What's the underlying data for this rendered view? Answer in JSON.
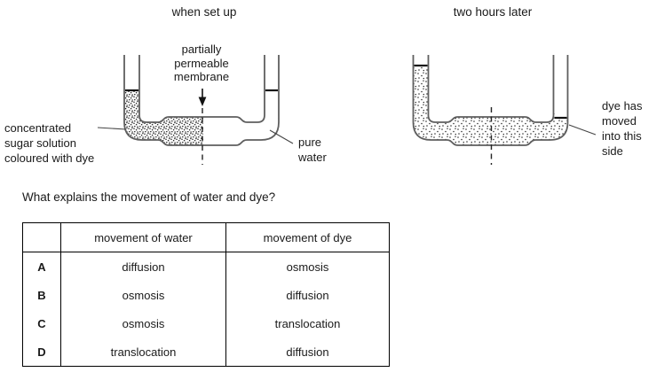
{
  "diagram_initial": {
    "caption": "when set up",
    "membrane_label": "partially\npermeable\nmembrane",
    "solution_label": "concentrated\nsugar solution\ncoloured with dye",
    "water_label": "pure\nwater"
  },
  "diagram_later": {
    "caption": "two hours later",
    "dye_label": "dye has\nmoved\ninto this\nside"
  },
  "question": "What explains the movement of water and dye?",
  "table": {
    "headers": [
      "",
      "movement of water",
      "movement of dye"
    ],
    "rows": [
      {
        "letter": "A",
        "water": "diffusion",
        "dye": "osmosis"
      },
      {
        "letter": "B",
        "water": "osmosis",
        "dye": "diffusion"
      },
      {
        "letter": "C",
        "water": "osmosis",
        "dye": "translocation"
      },
      {
        "letter": "D",
        "water": "translocation",
        "dye": "diffusion"
      }
    ]
  },
  "colors": {
    "tube_outline": "#5f5f5f",
    "liquid_level": "#111111",
    "text": "#1a1a1a"
  }
}
